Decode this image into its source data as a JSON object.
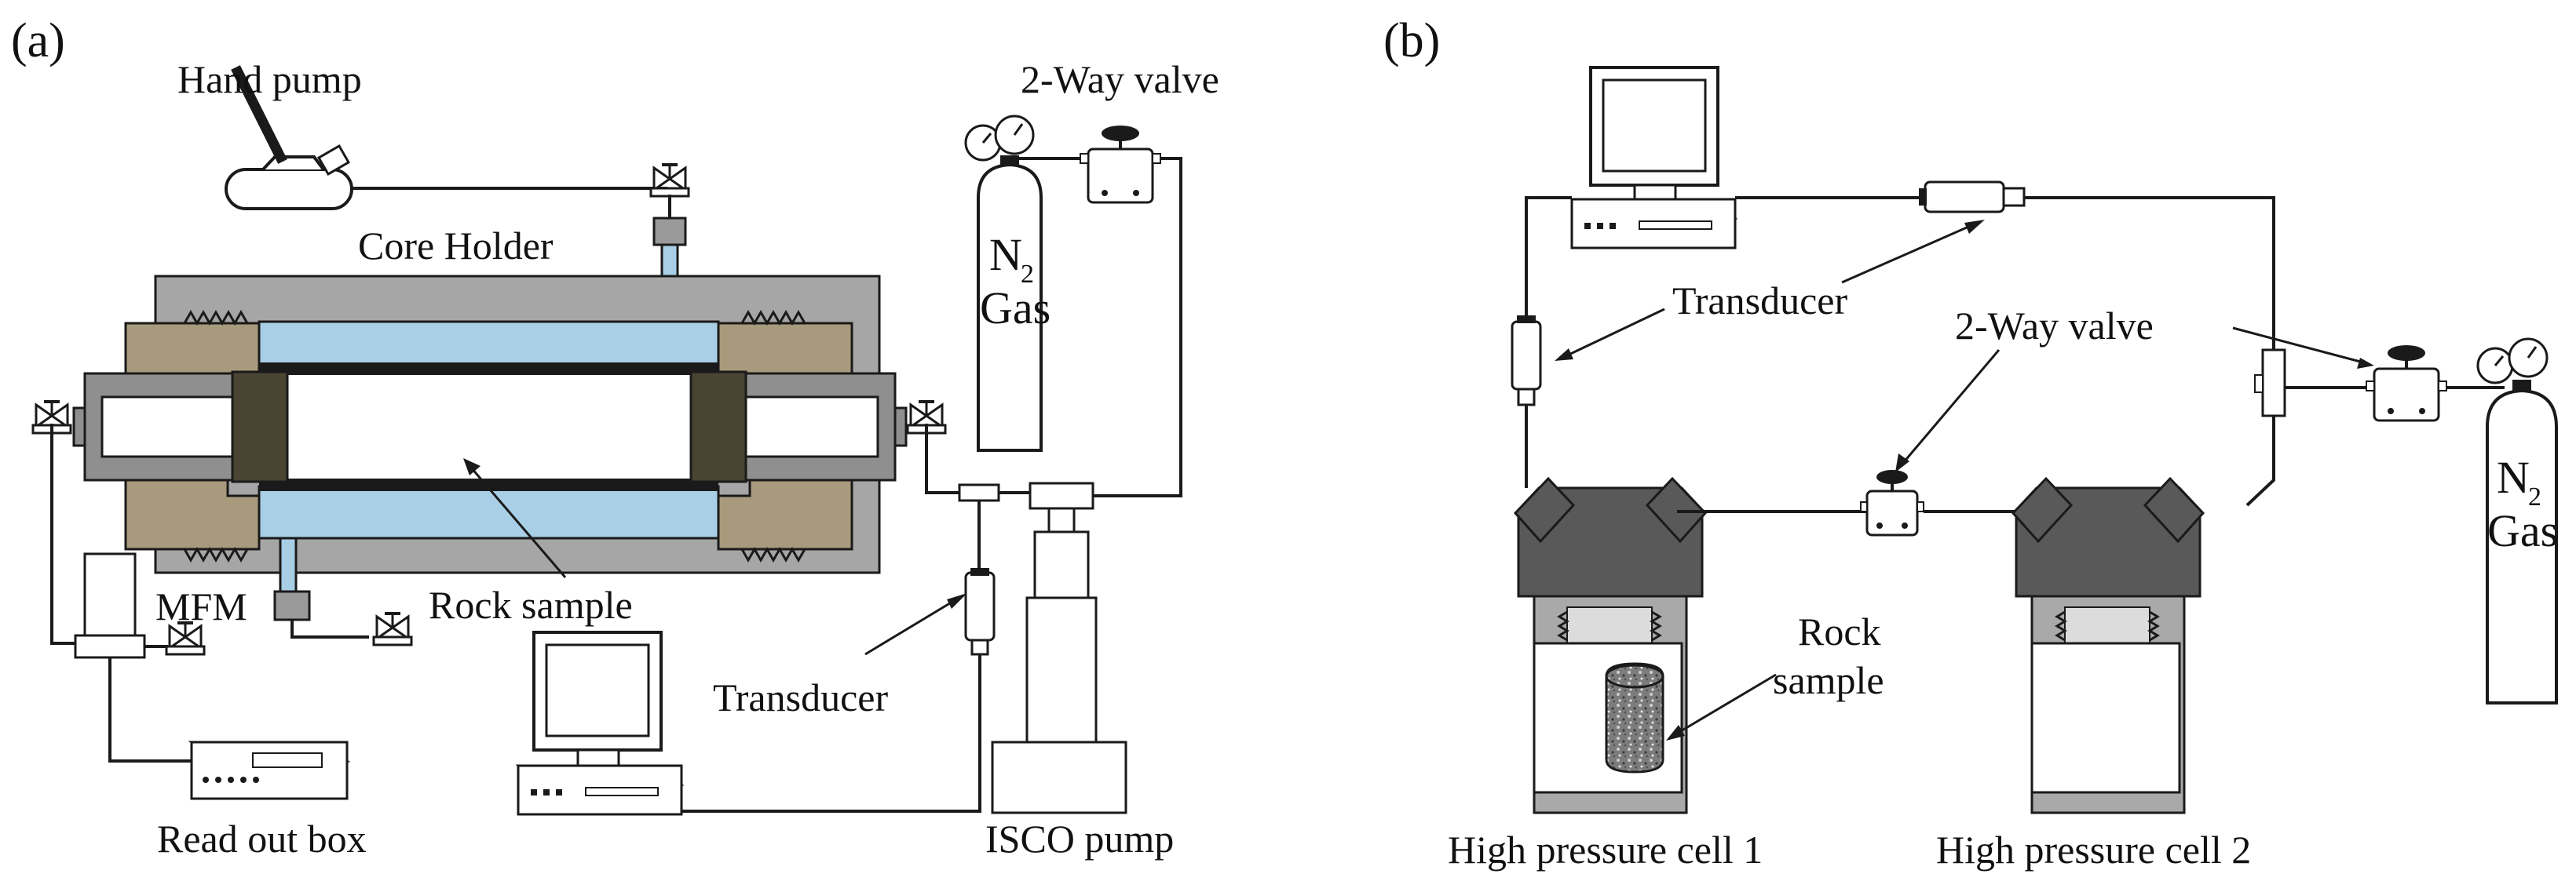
{
  "colors": {
    "fluid": "#a9cfe6",
    "frame_gray": "#a6a6a6",
    "end_cap": "#a89a7c",
    "cell_top": "#595959",
    "cell_body": "#a9a9a9",
    "seal_dark": "#4a4433",
    "line": "#1a1a1a"
  },
  "panel_a": {
    "tag": "(a)",
    "hand_pump": "Hand pump",
    "core_holder": "Core Holder",
    "two_way_valve": "2-Way valve",
    "gas_symbol": "N",
    "gas_subscript": "2",
    "gas_word": "Gas",
    "mfm": "MFM",
    "rock_sample": "Rock sample",
    "transducer": "Transducer",
    "read_out_box": "Read out box",
    "isco_pump": "ISCO pump"
  },
  "panel_b": {
    "tag": "(b)",
    "transducer": "Transducer",
    "two_way_valve": "2-Way valve",
    "gas_symbol": "N",
    "gas_subscript": "2",
    "gas_word": "Gas",
    "rock_line1": "Rock",
    "rock_line2": "sample",
    "cell_1": "High pressure cell  1",
    "cell_2": "High pressure cell  2"
  },
  "icons": [
    "hand-pump-icon",
    "valve-icon",
    "gas-cylinder-icon",
    "pressure-gauge-icon",
    "computer-monitor-icon",
    "computer-base-icon",
    "transducer-icon",
    "mass-flow-meter-icon",
    "readout-box-icon",
    "isco-pump-icon",
    "high-pressure-cell-icon",
    "rock-core-icon"
  ]
}
